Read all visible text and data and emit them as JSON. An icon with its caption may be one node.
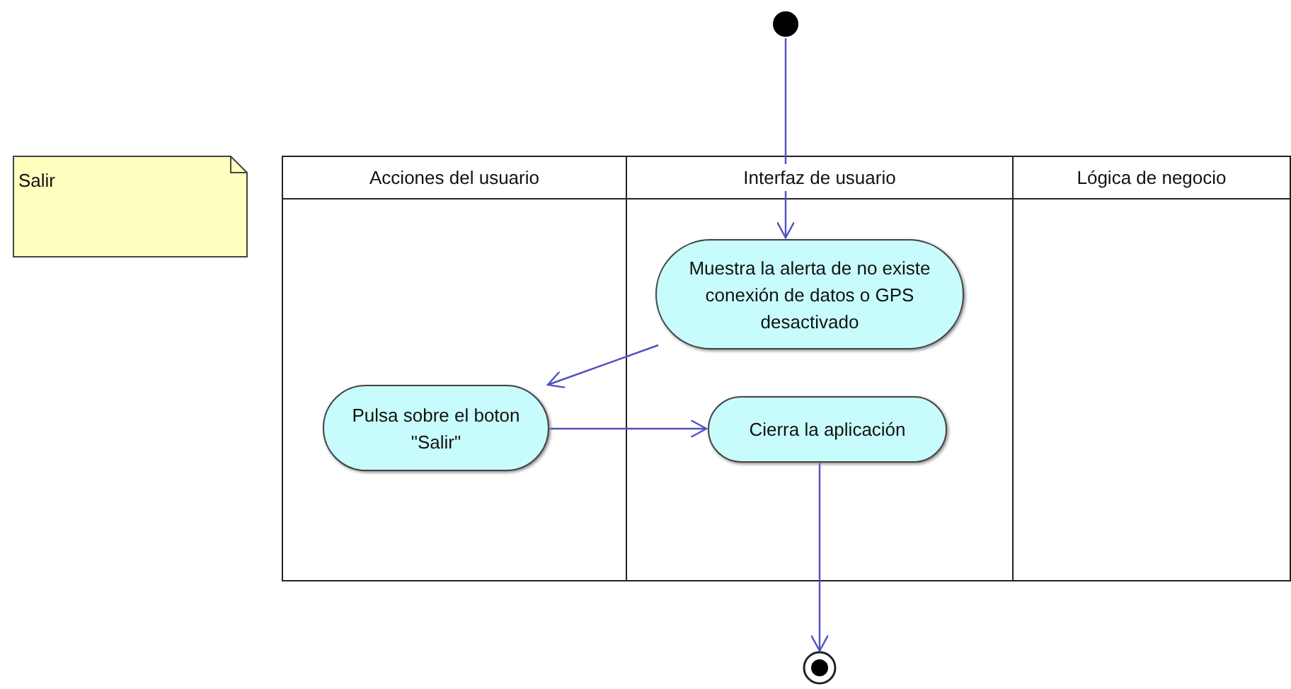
{
  "diagram": {
    "nodes": [
      {
        "text": [],
        "shape": "circle"
      },
      {
        "text": [
          "Salir"
        ]
      },
      {
        "text": [
          "Acciones del usuario"
        ]
      },
      {
        "text": [
          "Interfaz de usuario"
        ]
      },
      {
        "text": [
          "Lógica de negocio"
        ]
      },
      {
        "text": [
          "Muestra la alerta de no existe conexión de datos o GPS desactivado"
        ],
        "in": 3
      },
      {
        "text": [
          "Pulsa sobre el boton \"Salir\""
        ],
        "in": 2
      },
      {
        "text": [
          "Cierra la aplicación"
        ],
        "in": 3
      },
      {
        "text": [],
        "shape": "circle"
      }
    ],
    "edges": [
      {
        "from": 0,
        "to": 5,
        "arrow": "to"
      },
      {
        "from": 5,
        "to": 6,
        "arrow": "to"
      },
      {
        "from": 6,
        "to": 7,
        "arrow": "to"
      },
      {
        "from": 7,
        "to": 8,
        "arrow": "to"
      }
    ]
  }
}
